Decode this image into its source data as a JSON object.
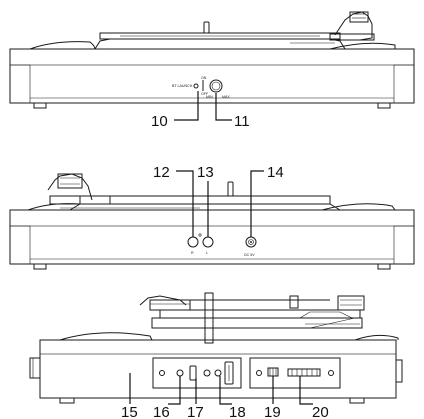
{
  "view1": {
    "labels": {
      "bt_launch": "BT LAUNCH",
      "on": "ON",
      "off": "OFF",
      "min": "MIN",
      "max": "MAX"
    },
    "callouts": [
      "10",
      "11"
    ]
  },
  "view2": {
    "labels": {
      "r": "R",
      "l": "L",
      "dc": "DC 5V"
    },
    "callouts": [
      "12",
      "13",
      "14"
    ]
  },
  "view3": {
    "callouts": [
      "15",
      "16",
      "17",
      "18",
      "19",
      "20"
    ]
  }
}
